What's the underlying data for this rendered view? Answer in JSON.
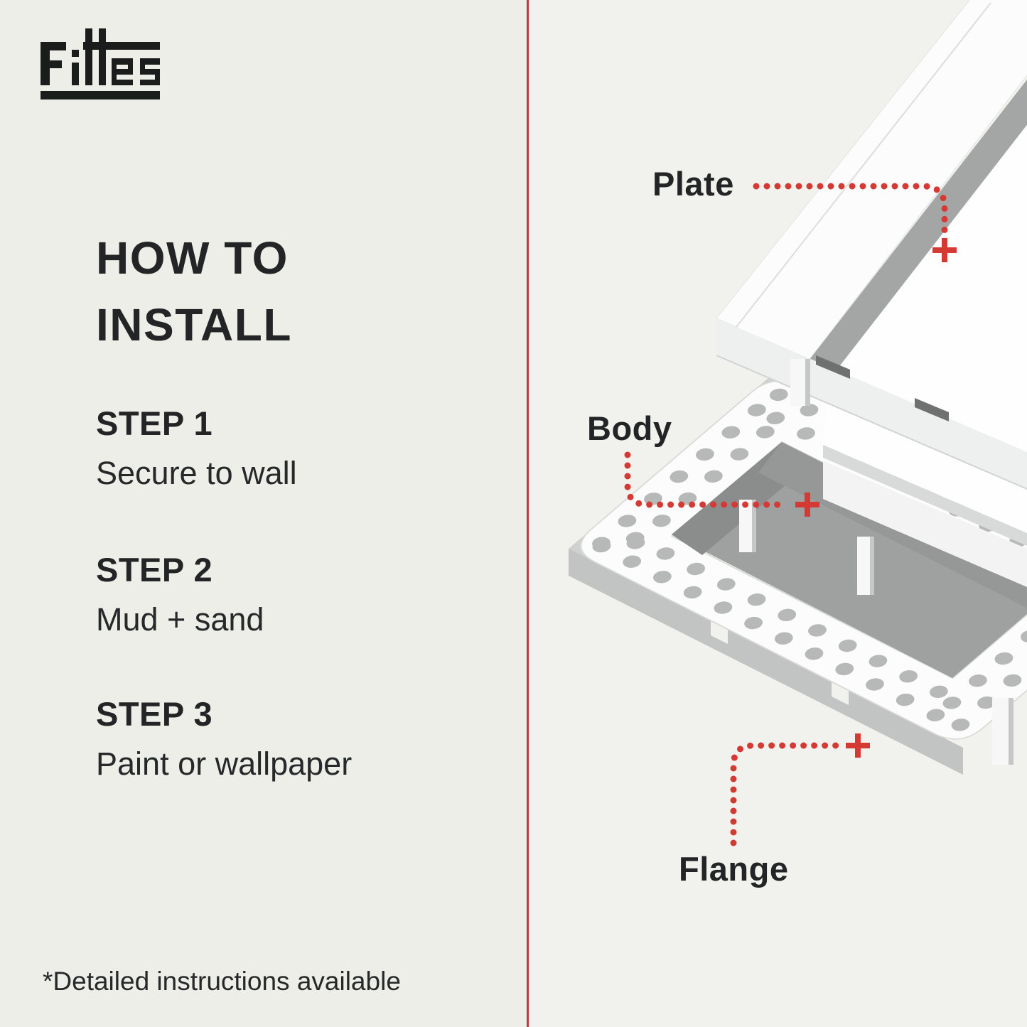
{
  "brand": {
    "name": "Fittes"
  },
  "colors": {
    "background_left": "#edeee8",
    "background_right": "#f1f2ed",
    "text": "#232426",
    "accent_red": "#d43a33",
    "divider_red": "#c23a42"
  },
  "left_panel": {
    "heading": {
      "line1": "HOW TO",
      "line2": "INSTALL"
    },
    "steps": [
      {
        "title": "STEP 1",
        "description": "Secure to wall"
      },
      {
        "title": "STEP 2",
        "description": "Mud + sand"
      },
      {
        "title": "STEP 3",
        "description": "Paint or wallpaper"
      }
    ],
    "footnote": "*Detailed instructions available"
  },
  "diagram": {
    "part_labels": {
      "plate": "Plate",
      "body": "Body",
      "flange": "Flange"
    }
  }
}
